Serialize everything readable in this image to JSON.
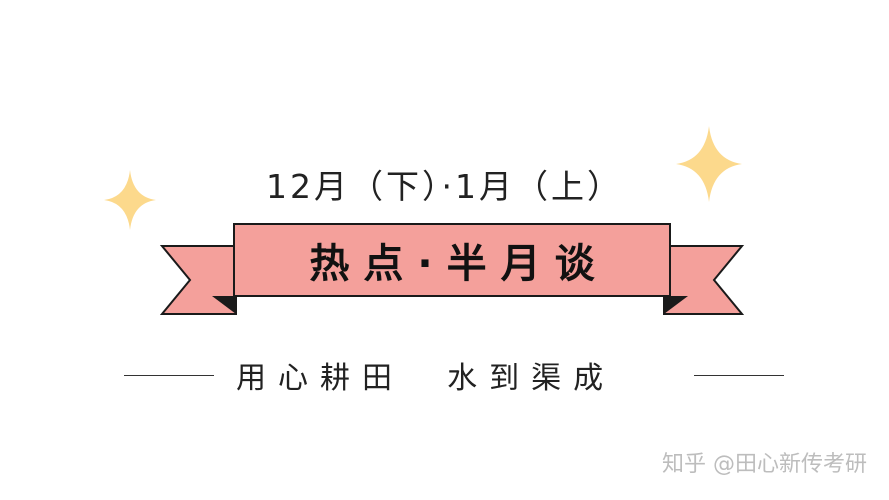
{
  "colors": {
    "sparkle": "#fcd98c",
    "ribbon_fill": "#f4a09b",
    "ribbon_stroke": "#1a1a1a",
    "text": "#222222",
    "watermark": "#bdbdbd"
  },
  "icons": {
    "left": "sparkle-icon",
    "right": "sparkle-icon"
  },
  "header": {
    "date_range": "12月（下）·1月（上）"
  },
  "banner": {
    "title": "热点·半月谈"
  },
  "slogan": {
    "text": "用心耕田  水到渠成"
  },
  "watermark": {
    "text": "知乎 @田心新传考研"
  }
}
